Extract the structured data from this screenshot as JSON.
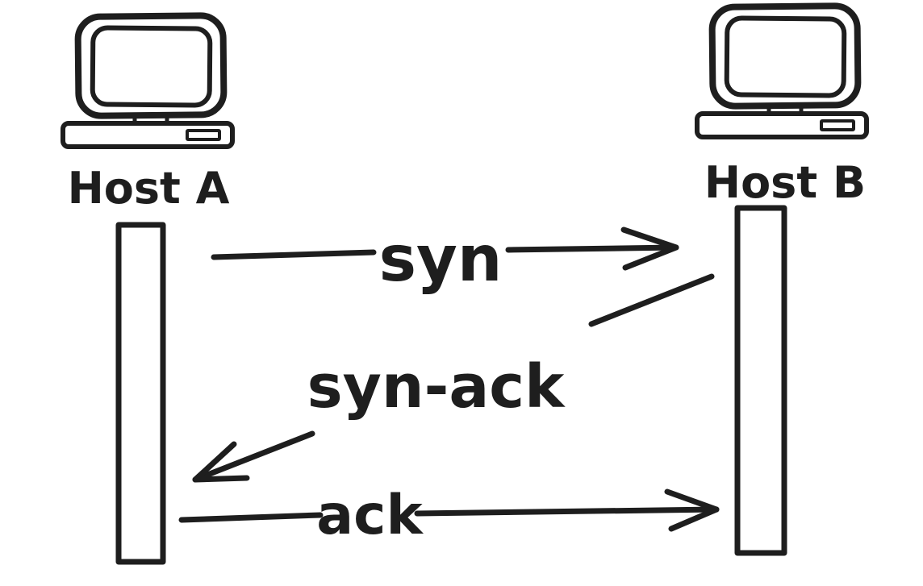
{
  "diagram": {
    "type": "sequence-diagram",
    "background_color": "#ffffff",
    "ink_color": "#1e1e1e",
    "actors": [
      {
        "id": "host-a",
        "label": "Host A",
        "icon": "computer-icon",
        "position": "top-left"
      },
      {
        "id": "host-b",
        "label": "Host B",
        "icon": "computer-icon",
        "position": "top-right"
      }
    ],
    "messages": [
      {
        "label": "syn",
        "from": "Host A",
        "to": "Host B",
        "direction": "left-to-right"
      },
      {
        "label": "syn-ack",
        "from": "Host B",
        "to": "Host A",
        "direction": "right-to-left-diagonal"
      },
      {
        "label": "ack",
        "from": "Host A",
        "to": "Host B",
        "direction": "left-to-right"
      }
    ]
  }
}
